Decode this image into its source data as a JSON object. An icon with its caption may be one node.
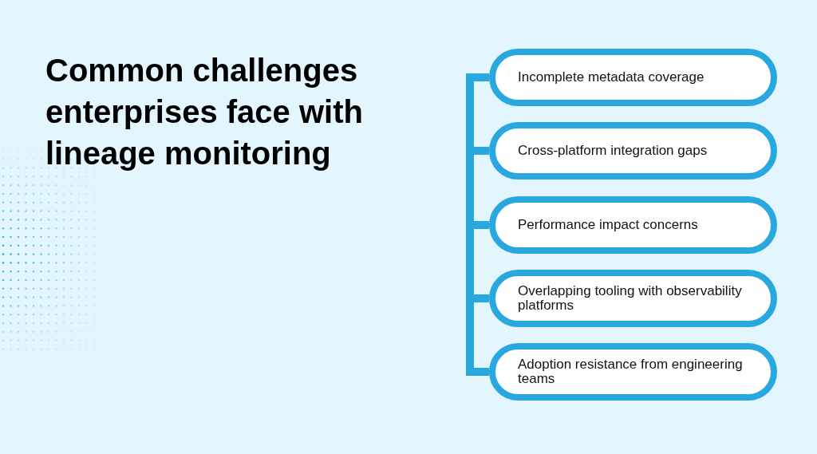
{
  "diagram": {
    "title": "Common challenges enterprises face with lineage monitoring",
    "nodes": [
      {
        "text": [
          "Incomplete metadata coverage"
        ]
      },
      {
        "text": [
          "Cross-platform integration gaps"
        ]
      },
      {
        "text": [
          "Performance impact concerns"
        ]
      },
      {
        "text": [
          "Overlapping tooling with observability platforms"
        ]
      },
      {
        "text": [
          "Adoption resistance from engineering teams"
        ]
      }
    ],
    "edges": [
      {
        "from": 0,
        "to": 1,
        "arrow": "none"
      },
      {
        "from": 1,
        "to": 2,
        "arrow": "none"
      },
      {
        "from": 2,
        "to": 3,
        "arrow": "none"
      },
      {
        "from": 3,
        "to": 4,
        "arrow": "none"
      }
    ]
  }
}
